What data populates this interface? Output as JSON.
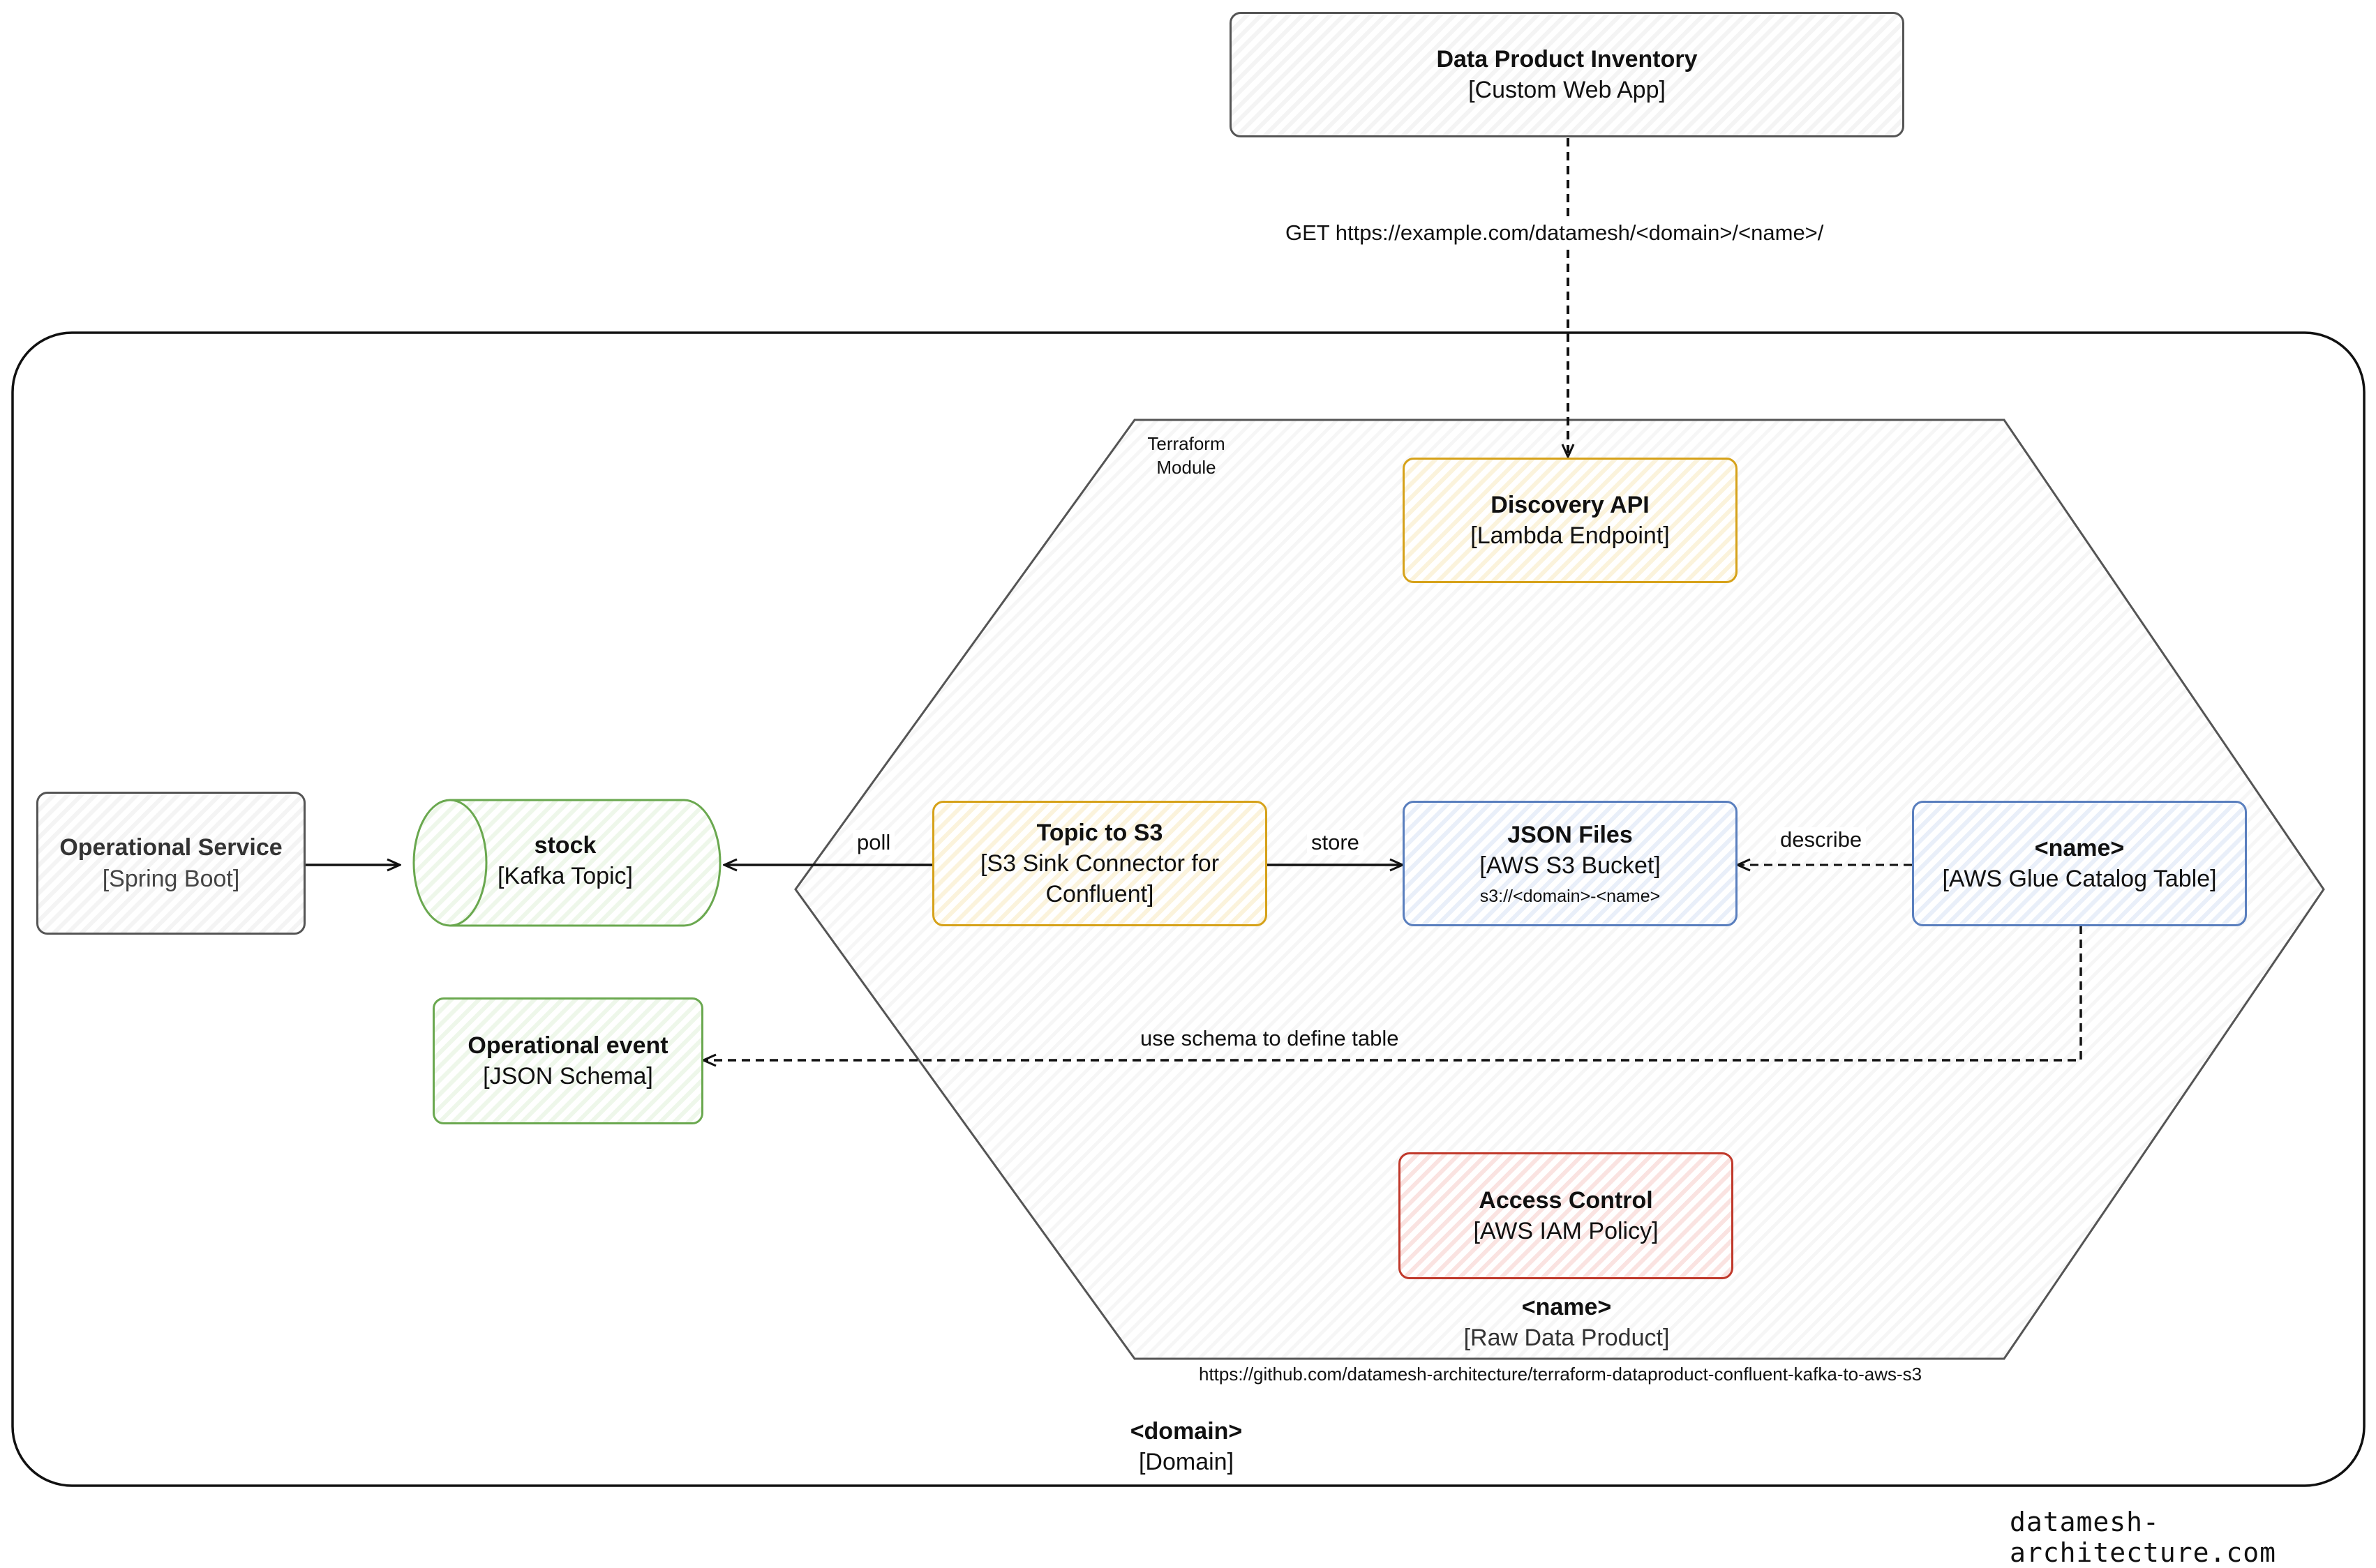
{
  "inventory": {
    "title": "Data Product Inventory",
    "subtitle": "[Custom Web App]"
  },
  "get_label": "GET https://example.com/datamesh/<domain>/<name>/",
  "terraform_label": "Terraform Module",
  "discovery": {
    "title": "Discovery API",
    "subtitle": "[Lambda Endpoint]"
  },
  "operational_service": {
    "title": "Operational Service",
    "subtitle": "[Spring Boot]"
  },
  "stock": {
    "title": "stock",
    "subtitle": "[Kafka Topic]"
  },
  "topic_s3": {
    "title": "Topic to S3",
    "subtitle": "[S3 Sink Connector for Confluent]"
  },
  "json_files": {
    "title": "JSON Files",
    "subtitle": "[AWS S3 Bucket]",
    "path": "s3://<domain>-<name>"
  },
  "glue": {
    "title": "<name>",
    "subtitle": "[AWS Glue Catalog Table]"
  },
  "operational_event": {
    "title": "Operational event",
    "subtitle": "[JSON Schema]"
  },
  "access_control": {
    "title": "Access Control",
    "subtitle": "[AWS IAM Policy]"
  },
  "edges": {
    "poll": "poll",
    "store": "store",
    "describe": "describe",
    "use_schema": "use schema to define table"
  },
  "data_product": {
    "title": "<name>",
    "subtitle": "[Raw Data Product]"
  },
  "repo_url": "https://github.com/datamesh-architecture/terraform-dataproduct-confluent-kafka-to-aws-s3",
  "domain": {
    "title": "<domain>",
    "subtitle": "[Domain]"
  },
  "watermark": "datamesh-architecture.com",
  "colors": {
    "grey": "#555555",
    "green": "#6aa84f",
    "yellow": "#d6a21a",
    "blue": "#5a7fbe",
    "red": "#c0392b"
  }
}
